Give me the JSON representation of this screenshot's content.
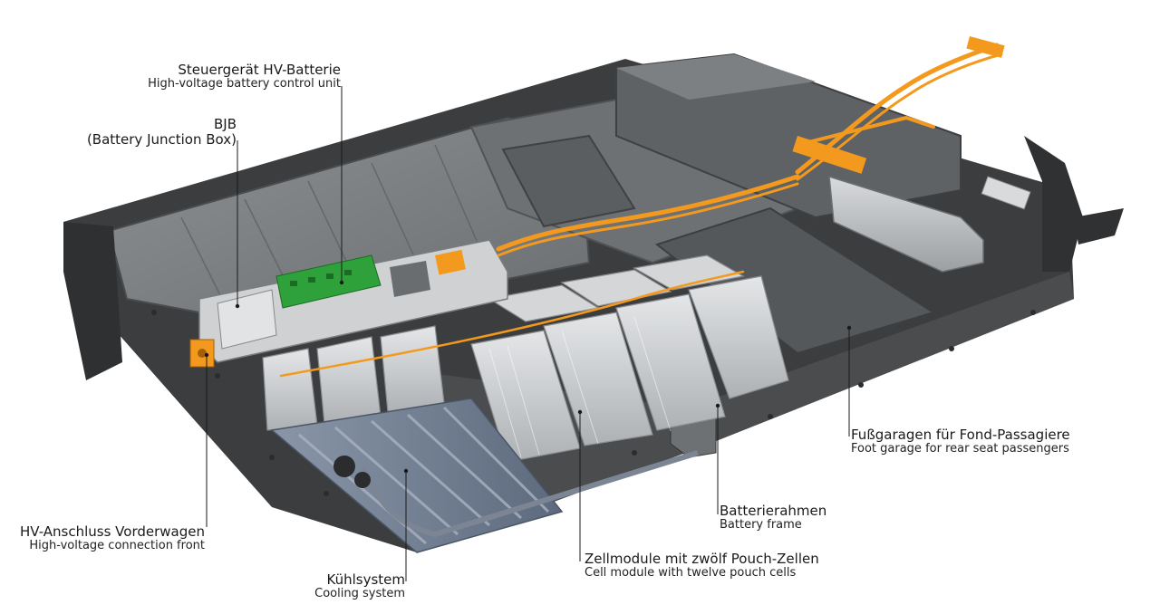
{
  "labels": {
    "control_unit": {
      "de": "Steuergerät HV-Batterie",
      "en": "High-voltage battery control unit"
    },
    "bjb": {
      "de": "BJB",
      "en": "(Battery Junction Box)"
    },
    "hv_front": {
      "de": "HV-Anschluss Vorderwagen",
      "en": "High-voltage connection front"
    },
    "cooling": {
      "de": "Kühlsystem",
      "en": "Cooling system"
    },
    "cell_module": {
      "de": "Zellmodule mit zwölf Pouch-Zellen",
      "en": "Cell module with twelve pouch cells"
    },
    "frame": {
      "de": "Batterierahmen",
      "en": "Battery frame"
    },
    "foot_garage": {
      "de": "Fußgaragen für Fond-Passagiere",
      "en": "Foot garage for rear seat passengers"
    }
  },
  "colors": {
    "tray_dark": "#3d3f41",
    "tray_mid": "#6d7073",
    "tray_light": "#9a9da0",
    "orange_cable": "#f39a1e",
    "pcb_green": "#2fa13a",
    "module_silver": "#c9cccf",
    "cooling_blue": "#6f7f95"
  }
}
